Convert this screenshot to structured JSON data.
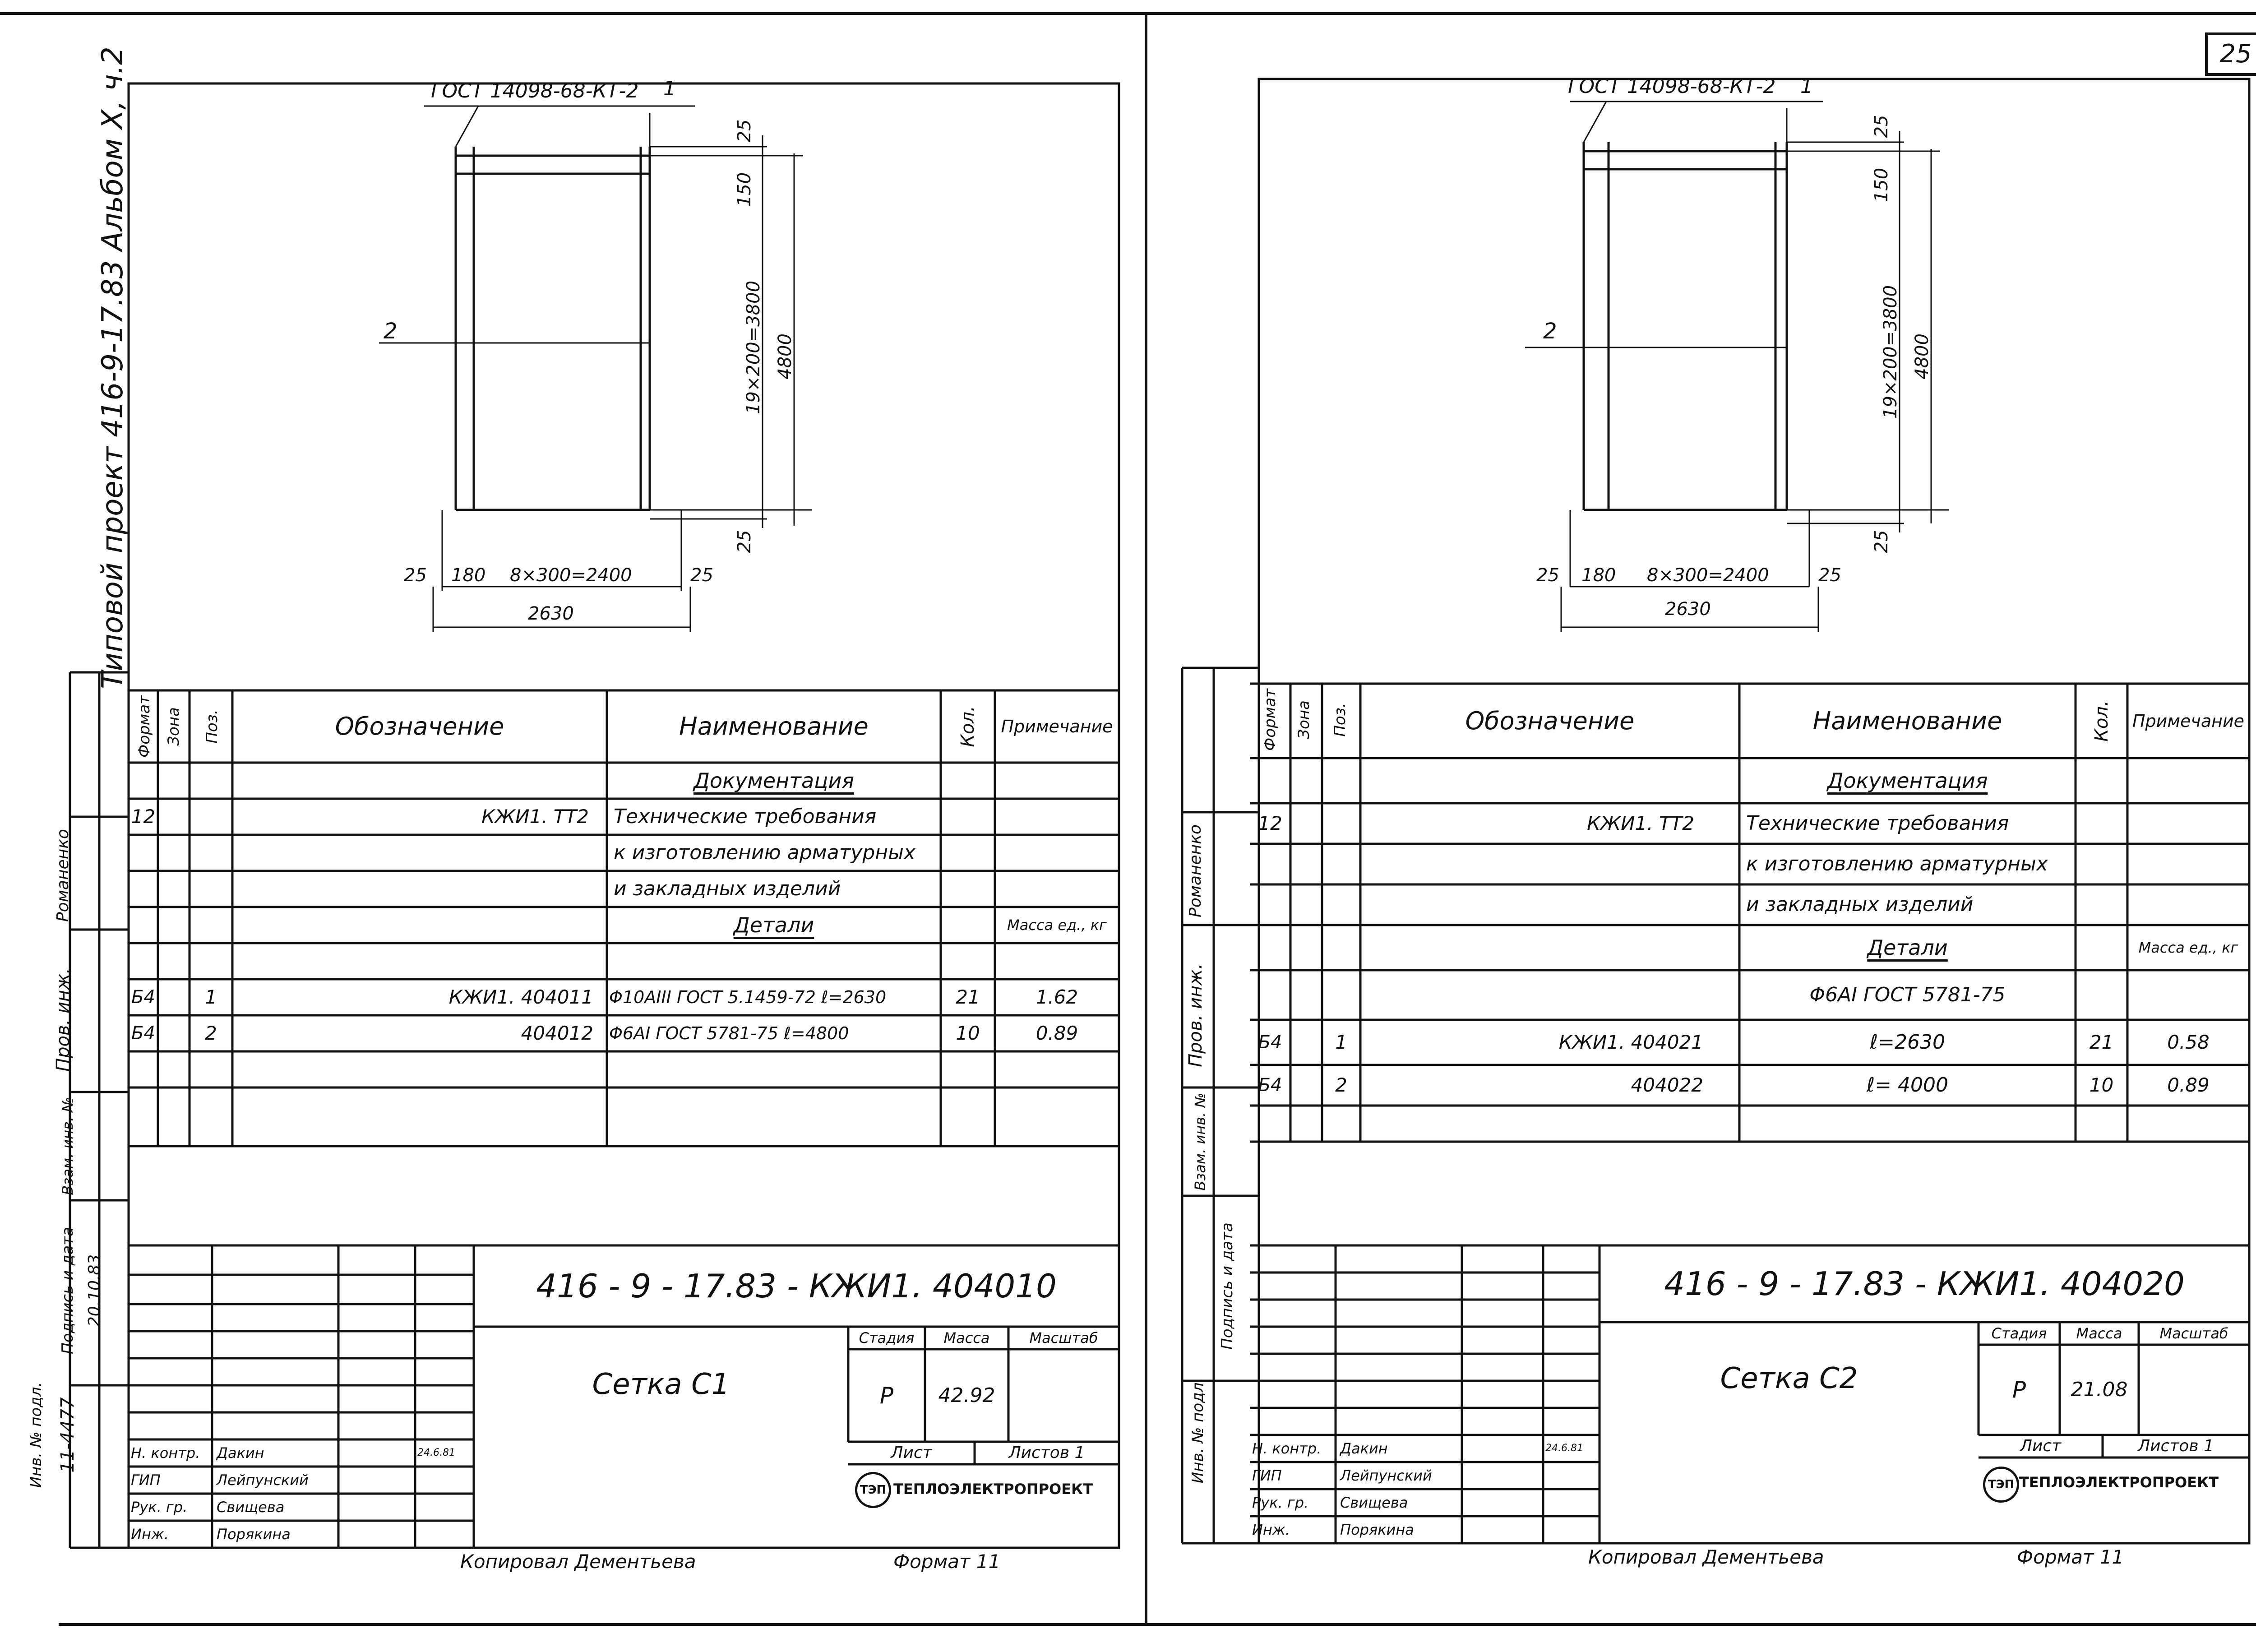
{
  "page_number": "25",
  "album_label": "Типовой проект 416-9-17.83   Альбом X, ч.2",
  "sheets": [
    {
      "id": "left",
      "drawing": {
        "gost_note": "ГОСТ 14098-68-КТ-2",
        "pos_top": "1",
        "pos_side": "2",
        "dim_top_gap": "25",
        "dim_first": "150",
        "dim_pitch_v": "19×200=3800",
        "dim_total_v": "4800",
        "dim_bottom_gap": "25",
        "dim_left_gap": "25",
        "dim_first_h": "180",
        "dim_pitch_h": "8×300=2400",
        "dim_right_gap": "25",
        "dim_total_h": "2630"
      },
      "spec": {
        "headers": {
          "format": "Формат",
          "zone": "Зона",
          "pos": "Поз.",
          "designation": "Обозначение",
          "name": "Наименование",
          "qty": "Кол.",
          "note": "Примечание"
        },
        "rows": [
          {
            "format": "",
            "pos": "",
            "designation": "",
            "name": "Документация",
            "qty": "",
            "note": ""
          },
          {
            "format": "12",
            "pos": "",
            "designation": "КЖИ1. ТТ2",
            "name": "Технические требования",
            "qty": "",
            "note": ""
          },
          {
            "format": "",
            "pos": "",
            "designation": "",
            "name": "к изготовлению арматурных",
            "qty": "",
            "note": ""
          },
          {
            "format": "",
            "pos": "",
            "designation": "",
            "name": "и закладных изделий",
            "qty": "",
            "note": ""
          },
          {
            "format": "",
            "pos": "",
            "designation": "",
            "name": "Детали",
            "qty": "",
            "note": "Масса ед., кг"
          },
          {
            "format": "Б4",
            "pos": "1",
            "designation": "КЖИ1. 404011",
            "name": "Φ10АIII ГОСТ 5.1459-72 ℓ=2630",
            "qty": "21",
            "note": "1.62"
          },
          {
            "format": "Б4",
            "pos": "2",
            "designation": "404012",
            "name": "Φ6АI ГОСТ 5781-75 ℓ=4800",
            "qty": "10",
            "note": "0.89"
          },
          {
            "format": "",
            "pos": "",
            "designation": "",
            "name": "",
            "qty": "",
            "note": ""
          },
          {
            "format": "",
            "pos": "",
            "designation": "",
            "name": "",
            "qty": "",
            "note": ""
          }
        ]
      },
      "title_block": {
        "code": "416 - 9 - 17.83 - КЖИ1. 404010",
        "title": "Сетка С1",
        "stage_label": "Стадия",
        "mass_label": "Масса",
        "scale_label": "Масштаб",
        "stage": "Р",
        "mass": "42.92",
        "scale": "",
        "sheet_label": "Лист",
        "sheets_label": "Листов 1",
        "org": "ТЕПЛОЭЛЕКТРОПРОЕКТ",
        "logo": "ТЭП",
        "signatures": [
          {
            "role": "Н. контр.",
            "name": "Дакин",
            "date": "24.6.81"
          },
          {
            "role": "ГИП",
            "name": "Лейпунский",
            "date": ""
          },
          {
            "role": "Рук. гр.",
            "name": "Свищева",
            "date": ""
          },
          {
            "role": "Инж.",
            "name": "Порякина",
            "date": ""
          }
        ],
        "copied": "Копировал   Дементьева",
        "format": "Формат 11"
      },
      "stamp_left": {
        "inv_label": "Инв. № подл.",
        "inv_value": "11-4477",
        "sign_label": "Подпись и дата",
        "sign_value": "20.10.83",
        "vzam_label": "Взам. инв. №",
        "prov_label": "Пров. инж.",
        "prov_name": "Романенко"
      }
    },
    {
      "id": "right",
      "drawing": {
        "gost_note": "ГОСТ 14098-68-КТ-2",
        "pos_top": "1",
        "pos_side": "2",
        "dim_top_gap": "25",
        "dim_first": "150",
        "dim_pitch_v": "19×200=3800",
        "dim_total_v": "4800",
        "dim_bottom_gap": "25",
        "dim_left_gap": "25",
        "dim_first_h": "180",
        "dim_pitch_h": "8×300=2400",
        "dim_right_gap": "25",
        "dim_total_h": "2630"
      },
      "spec": {
        "headers": {
          "format": "Формат",
          "zone": "Зона",
          "pos": "Поз.",
          "designation": "Обозначение",
          "name": "Наименование",
          "qty": "Кол.",
          "note": "Примечание"
        },
        "rows": [
          {
            "format": "",
            "pos": "",
            "designation": "",
            "name": "Документация",
            "qty": "",
            "note": ""
          },
          {
            "format": "12",
            "pos": "",
            "designation": "КЖИ1. ТТ2",
            "name": "Технические требования",
            "qty": "",
            "note": ""
          },
          {
            "format": "",
            "pos": "",
            "designation": "",
            "name": "к изготовлению арматурных",
            "qty": "",
            "note": ""
          },
          {
            "format": "",
            "pos": "",
            "designation": "",
            "name": "и закладных изделий",
            "qty": "",
            "note": ""
          },
          {
            "format": "",
            "pos": "",
            "designation": "",
            "name": "Детали",
            "qty": "",
            "note": "Масса ед., кг"
          },
          {
            "format": "",
            "pos": "",
            "designation": "",
            "name": "Φ6АI ГОСТ 5781-75",
            "qty": "",
            "note": ""
          },
          {
            "format": "Б4",
            "pos": "1",
            "designation": "КЖИ1. 404021",
            "name": "ℓ=2630",
            "qty": "21",
            "note": "0.58"
          },
          {
            "format": "Б4",
            "pos": "2",
            "designation": "404022",
            "name": "ℓ= 4000",
            "qty": "10",
            "note": "0.89"
          },
          {
            "format": "",
            "pos": "",
            "designation": "",
            "name": "",
            "qty": "",
            "note": ""
          }
        ]
      },
      "title_block": {
        "code": "416 - 9 - 17.83 - КЖИ1. 404020",
        "title": "Сетка С2",
        "stage_label": "Стадия",
        "mass_label": "Масса",
        "scale_label": "Масштаб",
        "stage": "Р",
        "mass": "21.08",
        "scale": "",
        "sheet_label": "Лист",
        "sheets_label": "Листов 1",
        "org": "ТЕПЛОЭЛЕКТРОПРОЕКТ",
        "logo": "ТЭП",
        "signatures": [
          {
            "role": "Н. контр.",
            "name": "Дакин",
            "date": "24.6.81"
          },
          {
            "role": "ГИП",
            "name": "Лейпунский",
            "date": ""
          },
          {
            "role": "Рук. гр.",
            "name": "Свищева",
            "date": ""
          },
          {
            "role": "Инж.",
            "name": "Порякина",
            "date": ""
          }
        ],
        "copied": "Копировал   Дементьева",
        "format": "Формат 11"
      },
      "stamp_left": {
        "inv_label": "Инв. № подл.",
        "inv_value": "",
        "sign_label": "Подпись и дата",
        "sign_value": "",
        "vzam_label": "Взам. инв. №",
        "prov_label": "Пров. инж.",
        "prov_name": "Романенко"
      }
    }
  ]
}
